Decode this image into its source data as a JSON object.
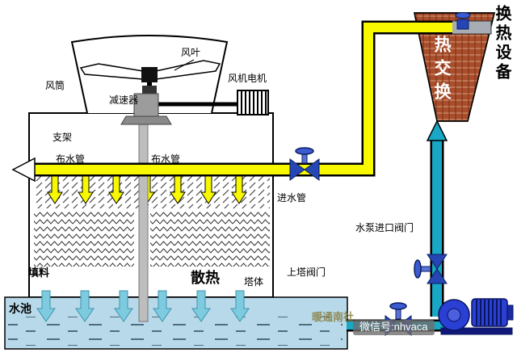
{
  "diagram": {
    "labels": {
      "fan_blade": "风叶",
      "fan_cylinder": "风筒",
      "fan_motor": "风机电机",
      "reducer": "减速器",
      "support": "支架",
      "water_dist_pipe_left": "布水管",
      "water_dist_pipe_right": "布水管",
      "inlet_pipe": "进水管",
      "pump_inlet_valve": "水泵进口阀门",
      "tower_valve": "上塔阀门",
      "filler": "填料",
      "heat_dissipation": "散热",
      "tower_body": "塔体",
      "water_pool": "水池",
      "heat_exchange": "热交换",
      "heat_exchange_equipment": "换热设备"
    },
    "watermark": {
      "brand": "暖通南社",
      "wechat": "微信号:nhvaca"
    },
    "palette": {
      "pipe_hot": "#f8f800",
      "pipe_cold": "#18a7c4",
      "pool_fill": "#b8d9ea",
      "exchanger_fill": "#a94e2c",
      "valve_blue": "#2646b5",
      "pump_blue": "#2a3fd4",
      "shaft_grey": "#bdbdbd",
      "arrow_cool": "#7ecbdf"
    }
  }
}
